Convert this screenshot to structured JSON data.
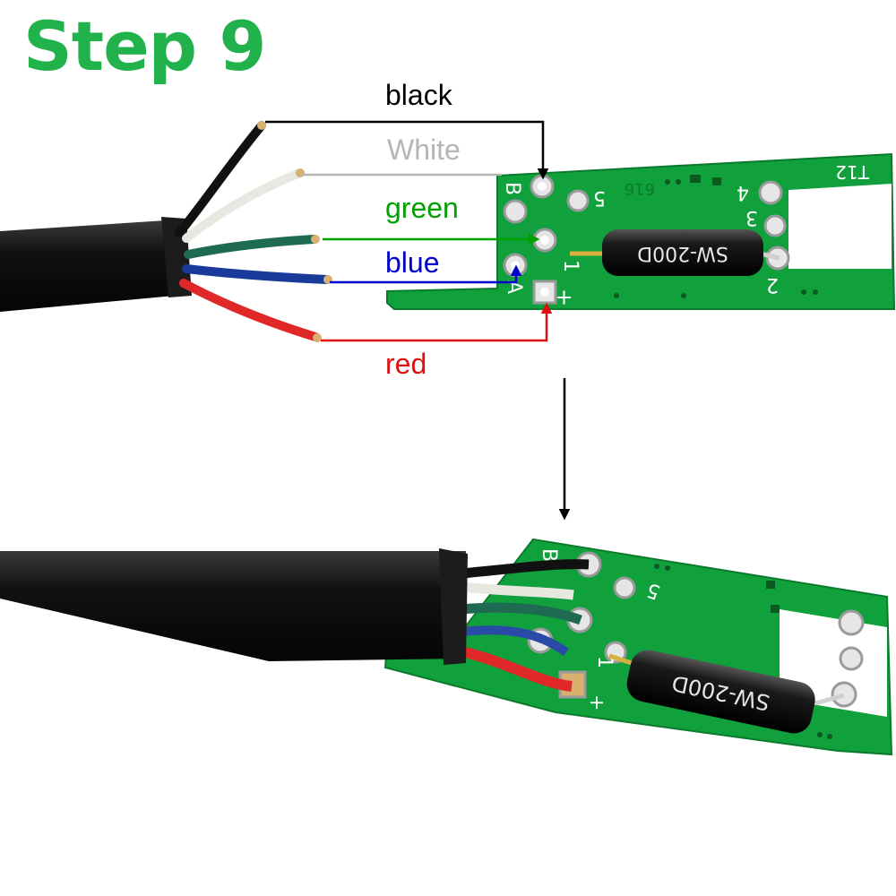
{
  "title": "Step 9",
  "colors": {
    "title": "#22b24c",
    "black": "#000000",
    "white": "#b5b5b5",
    "green": "#00a000",
    "blue": "#0000cc",
    "red": "#e01010",
    "pcb": "#0e9a3a"
  },
  "wires": [
    {
      "key": "black",
      "label": "black"
    },
    {
      "key": "white",
      "label": "White"
    },
    {
      "key": "green",
      "label": "green"
    },
    {
      "key": "blue",
      "label": "blue"
    },
    {
      "key": "red",
      "label": "red"
    }
  ],
  "pcb": {
    "component": "SW-200D",
    "pad_labels": [
      "B",
      "A",
      "1",
      "2",
      "3",
      "4",
      "5",
      "+"
    ],
    "board_code": "T12",
    "print_code": "616"
  }
}
